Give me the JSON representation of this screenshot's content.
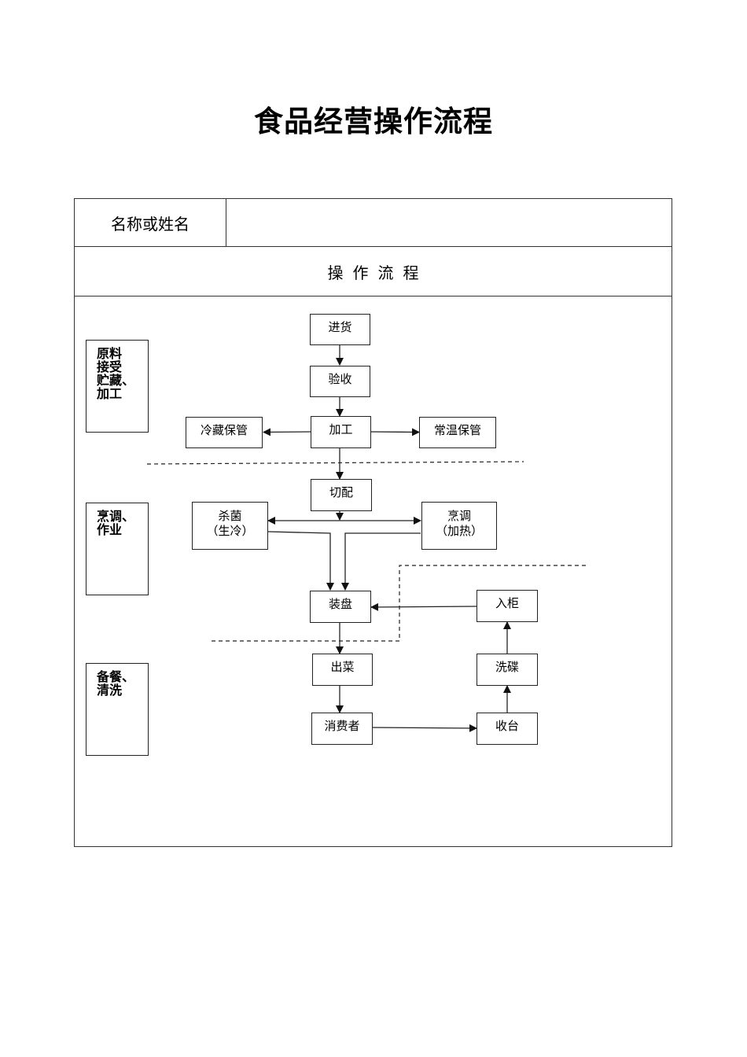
{
  "document": {
    "title": "食品经营操作流程"
  },
  "form": {
    "name_label": "名称或姓名",
    "name_value": "",
    "section_header": "操作流程"
  },
  "stages": [
    {
      "id": "stage-receiving",
      "label": "原料\n接受\n贮藏、\n加工"
    },
    {
      "id": "stage-cooking",
      "label": "烹调、\n作业"
    },
    {
      "id": "stage-serving",
      "label": "备餐、\n清洗"
    }
  ],
  "steps": {
    "purchase": "进货",
    "inspect": "验收",
    "process": "加工",
    "cold_storage": "冷藏保管",
    "room_temp_storage": "常温保管",
    "cut_prepare": "切配",
    "sterilize_line1": "杀菌",
    "sterilize_line2": "（生冷）",
    "cook_line1": "烹调",
    "cook_line2": "（加热）",
    "plate": "装盘",
    "cabinet": "入柜",
    "serve": "出菜",
    "wash_dishes": "洗碟",
    "consumer": "消费者",
    "collect": "收台"
  }
}
